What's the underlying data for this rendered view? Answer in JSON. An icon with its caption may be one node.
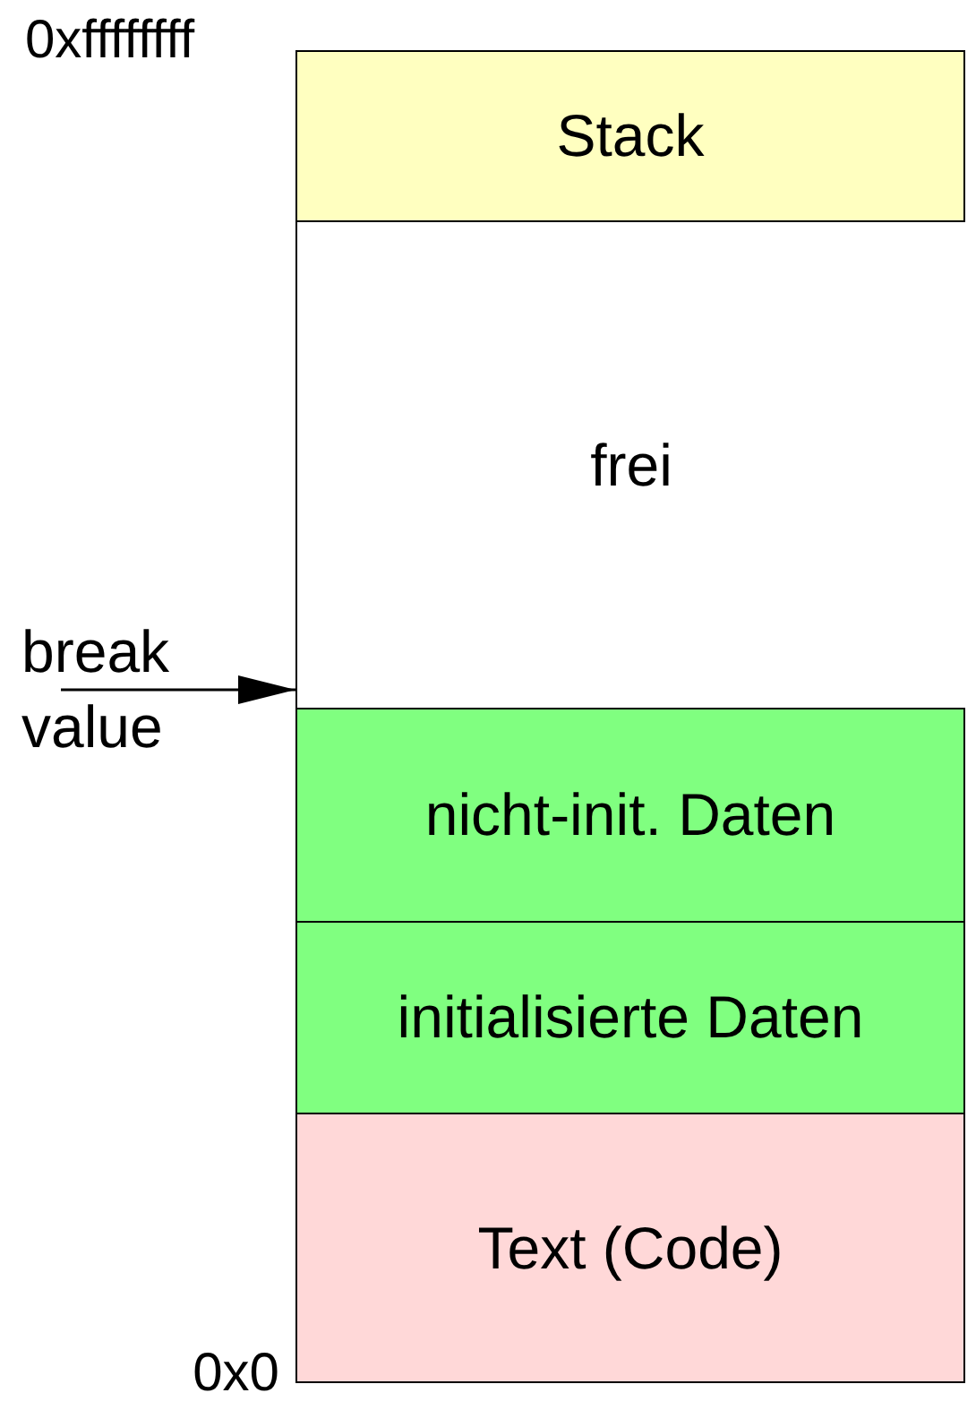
{
  "diagram": {
    "nodes": [
      {
        "text": [
          "Stack"
        ]
      },
      {
        "text": [
          "frei"
        ]
      },
      {
        "text": [
          "nicht-init. Daten"
        ]
      },
      {
        "text": [
          "initialisierte Daten"
        ]
      },
      {
        "text": [
          "Text (Code)"
        ]
      },
      {
        "text": [
          "break value"
        ]
      }
    ],
    "edges": [
      {
        "from": 5,
        "to": 1,
        "arrow": "to"
      }
    ],
    "labels": [
      "0xffffffff",
      "0x0"
    ]
  }
}
